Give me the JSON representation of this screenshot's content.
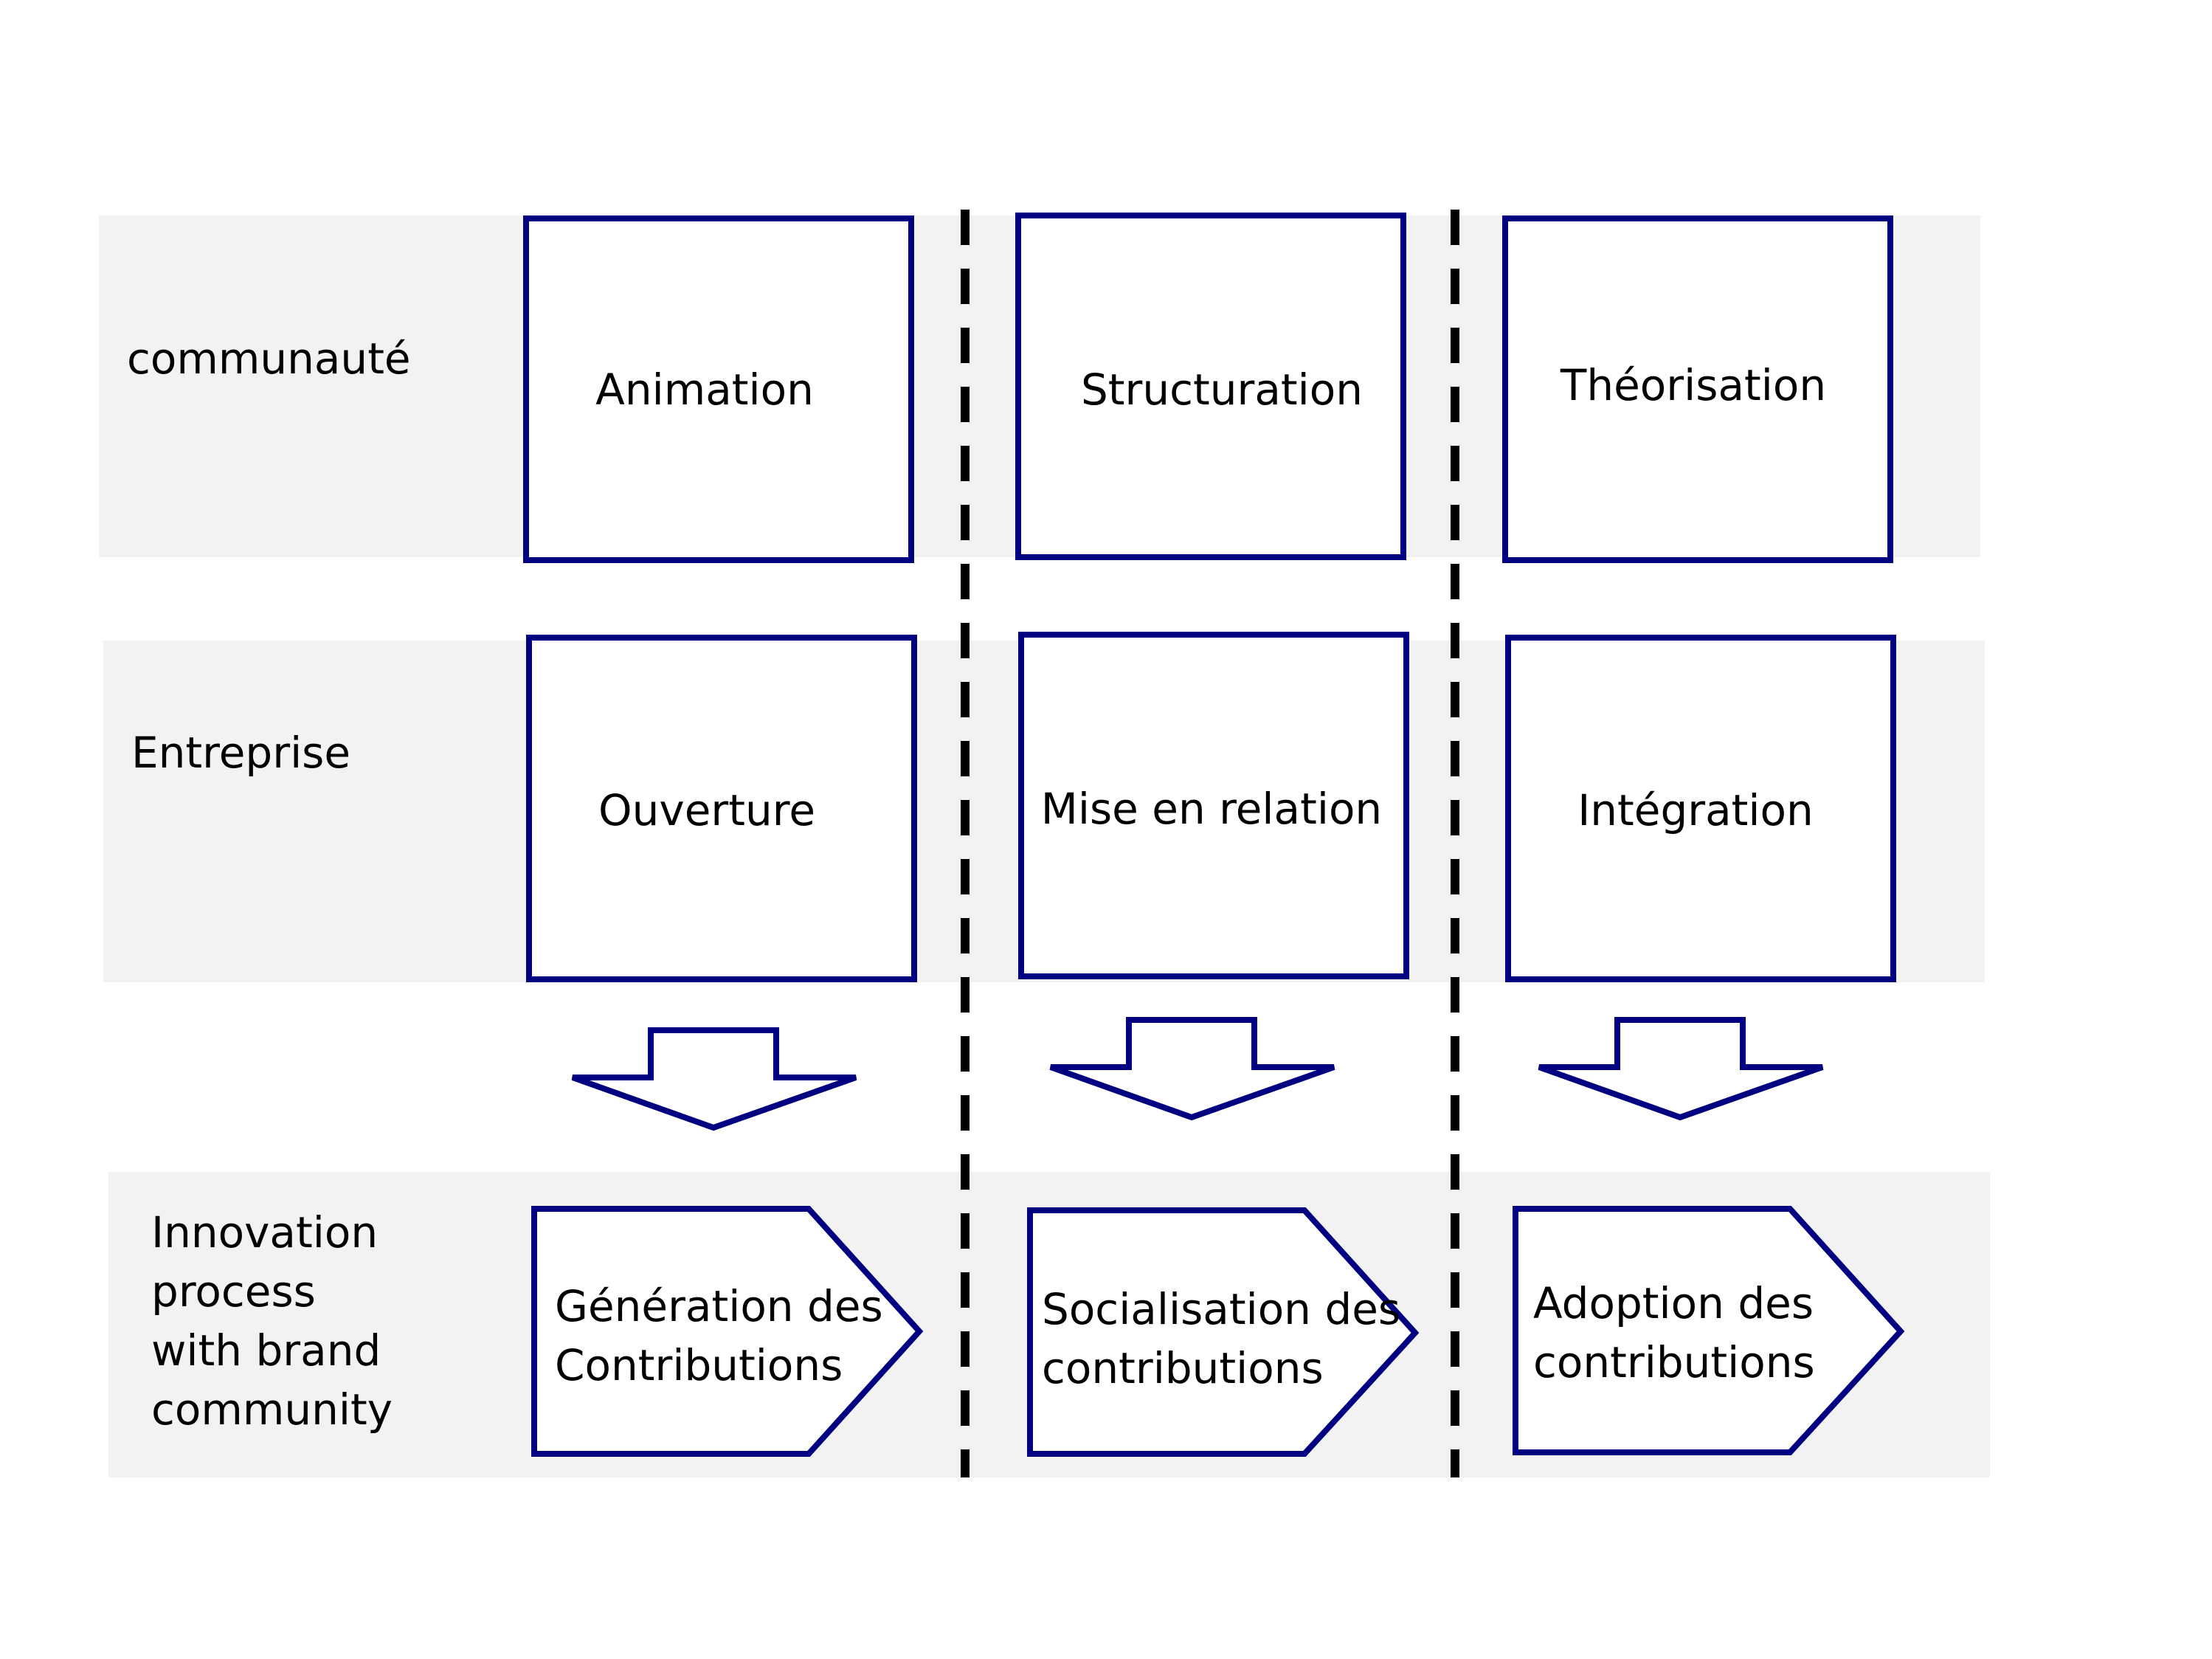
{
  "colors": {
    "band_fill": "#f2f2f2",
    "shape_stroke": "#000080",
    "shape_fill": "#ffffff",
    "divider": "#000000",
    "text": "#000000"
  },
  "rows": [
    {
      "label_lines": [
        "communauté"
      ],
      "boxes": [
        "Animation",
        "Structuration",
        "Théorisation"
      ]
    },
    {
      "label_lines": [
        "Entreprise"
      ],
      "boxes": [
        "Ouverture",
        "Mise en relation",
        "Intégration"
      ]
    }
  ],
  "process_row": {
    "label_lines": [
      "Innovation",
      "process",
      "with brand",
      "community"
    ],
    "pentagons": [
      {
        "lines": [
          "Génération des",
          "Contributions"
        ]
      },
      {
        "lines": [
          "Socialisation des",
          "contributions"
        ]
      },
      {
        "lines": [
          "Adoption des",
          "contributions"
        ]
      }
    ]
  },
  "arrows": [
    {
      "direction": "down"
    },
    {
      "direction": "down"
    },
    {
      "direction": "down"
    }
  ]
}
